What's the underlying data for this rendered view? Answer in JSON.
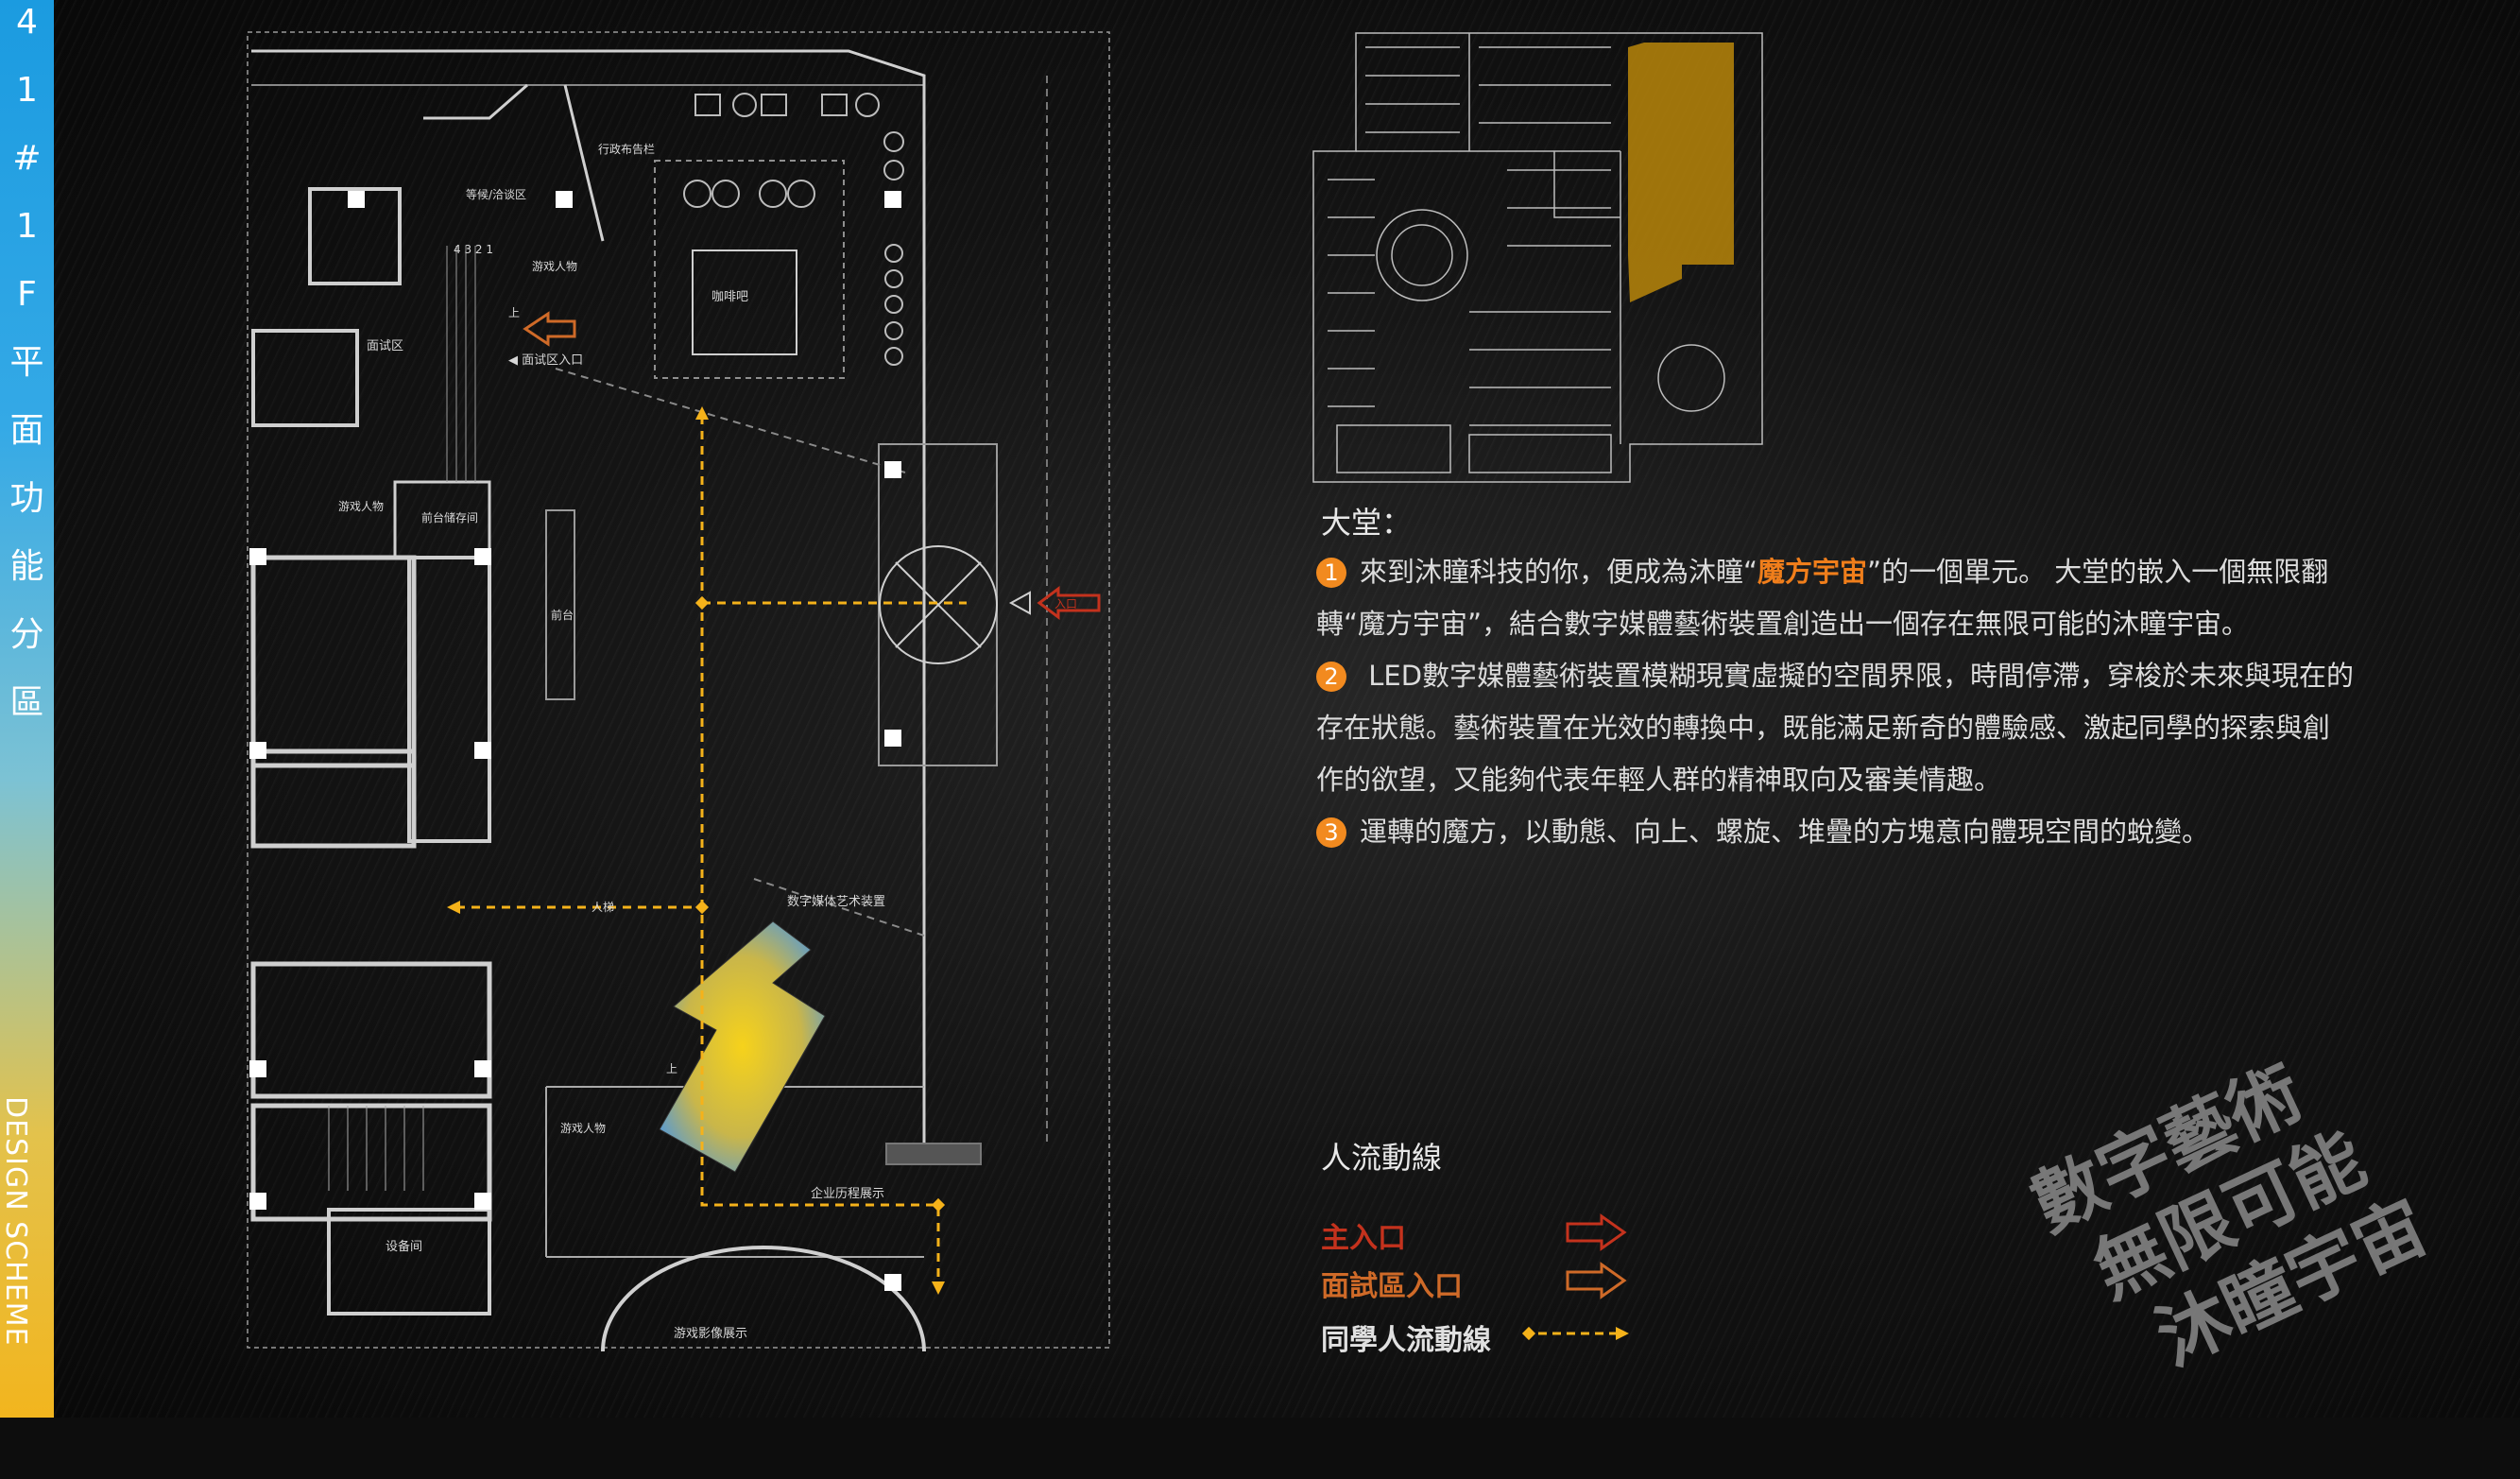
{
  "sidebar": {
    "chars": [
      "4",
      "1",
      "#",
      "1",
      "F",
      "平",
      "面",
      "功",
      "能",
      "分",
      "區"
    ],
    "english": "DESIGN SCHEME",
    "colors": {
      "top": "#1b9be0",
      "bottom": "#f2b51e"
    }
  },
  "plan_labels": {
    "admin_board": "行政布告栏",
    "waiting_area": "等候/洽谈区",
    "game_character_1": "游戏人物",
    "coffee_bar": "咖啡吧",
    "up": "上",
    "interview_area": "面试区",
    "interview_entry": "◀ 面试区入口",
    "game_character_2": "游戏人物",
    "front_storage": "前台储存间",
    "front_desk": "前台",
    "entrance": "入口",
    "ladder": "人梯",
    "digital_art_device": "数字媒体艺术装置",
    "up_2": "上",
    "game_character_3": "游戏人物",
    "enterprise_history": "企业历程展示",
    "equipment_room": "设备间",
    "game_video": "游戏影像展示",
    "number_marks": "4 3 2 1"
  },
  "lobby": {
    "title": "大堂：",
    "p1_num": "1",
    "p1_a": "來到沐瞳科技的你，便成為沐瞳“",
    "p1_hl": "魔方宇宙",
    "p1_b": "”的一個單元。 大堂的嵌入一個無限翻",
    "p1_c": "轉“魔方宇宙”，結合數字媒體藝術裝置創造出一個存在無限可能的沐瞳宇宙。",
    "p2_num": "2",
    "p2_a": " LED數字媒體藝術裝置模糊現實虛擬的空間界限，時間停滯，穿梭於未來與現在的",
    "p2_b": "存在狀態。藝術裝置在光效的轉換中，既能滿足新奇的體驗感、激起同學的探索與創",
    "p2_c": "作的欲望，又能夠代表年輕人群的精神取向及審美情趣。",
    "p3_num": "3",
    "p3_a": "運轉的魔方，以動態、向上、螺旋、堆疊的方塊意向體現空間的蛻變。"
  },
  "legend": {
    "title": "人流動線",
    "main_entry": "主入口",
    "interview_entry": "面試區入口",
    "student_flow": "同學人流動線",
    "colors": {
      "main": "#c4321d",
      "interview": "#cf6a28",
      "flow": "#f5b21a"
    }
  },
  "slogan": {
    "line1": "數字藝術",
    "line2": "無限可能",
    "line3": "沐瞳宇宙"
  }
}
